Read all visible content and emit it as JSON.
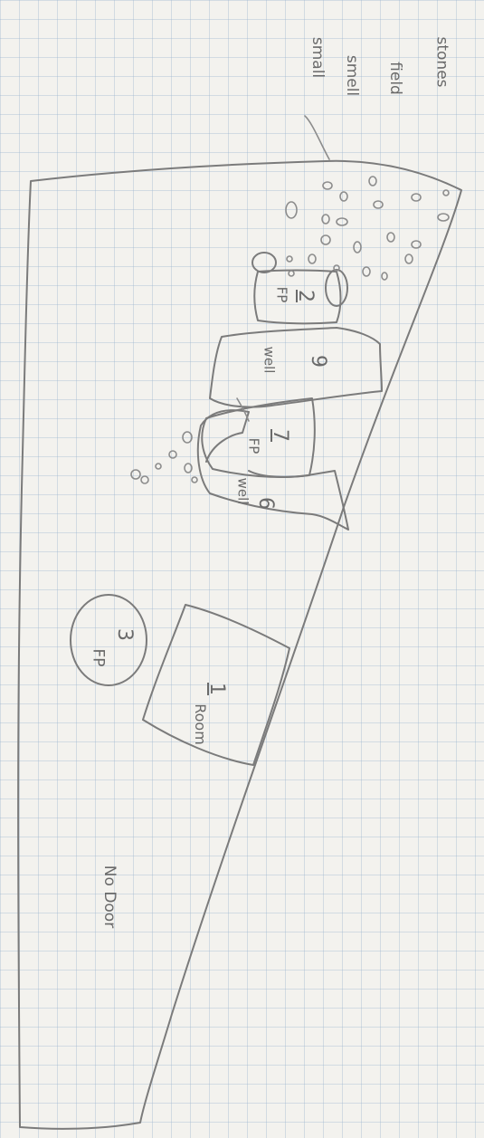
{
  "notes": {
    "margin_note_lines": [
      "small",
      "smell",
      "field",
      "stones"
    ],
    "no_door": "No Door"
  },
  "rooms": {
    "well_9": {
      "label": "well",
      "number": "9"
    },
    "well_6": {
      "label": "well",
      "number": "6"
    },
    "room_1": {
      "label": "Room",
      "number": "1"
    },
    "fp_7": {
      "label": "FP",
      "number": "7"
    },
    "fp_2": {
      "label": "FP",
      "number": "2"
    },
    "fp_3": {
      "label": "FP",
      "number": "3"
    }
  }
}
